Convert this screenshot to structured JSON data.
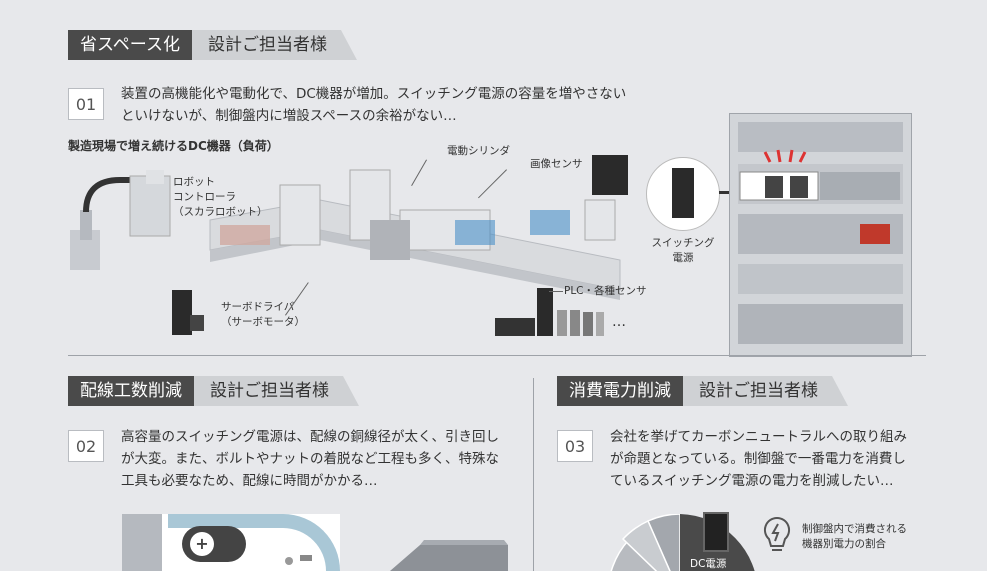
{
  "section1": {
    "tag_dark": "省スペース化",
    "tag_light": "設計ご担当者様",
    "number": "01",
    "text": "装置の高機能化や電動化で、DC機器が増加。スイッチング電源の容量を増やさない\nといけないが、制御盤内に増設スペースの余裕がない…",
    "figure_title": "製造現場で増え続けるDC機器（負荷）",
    "labels": {
      "robot": "ロボット\nコントローラ\n（スカラロボット）",
      "actuator": "電動シリンダ",
      "camera": "画像センサ",
      "servo": "サーボドライバ\n（サーボモータ）",
      "plc": "PLC・各種センサ",
      "ellipsis": "…",
      "psu": "スイッチング\n電源"
    }
  },
  "section2": {
    "tag_dark": "配線工数削減",
    "tag_light": "設計ご担当者様",
    "number": "02",
    "text": "高容量のスイッチング電源は、配線の銅線径が太く、引き回し\nが大変。また、ボルトやナットの着脱など工程も多く、特殊な\n工具も必要なため、配線に時間がかかる…"
  },
  "section3": {
    "tag_dark": "消費電力削減",
    "tag_light": "設計ご担当者様",
    "number": "03",
    "text": "会社を挙げてカーボンニュートラルへの取り組み\nが命題となっている。制御盤で一番電力を消費し\nているスイッチング電源の電力を削減したい…",
    "note": "制御盤内で消費される\n機器別電力の割合",
    "pie_label": "DC電源"
  }
}
